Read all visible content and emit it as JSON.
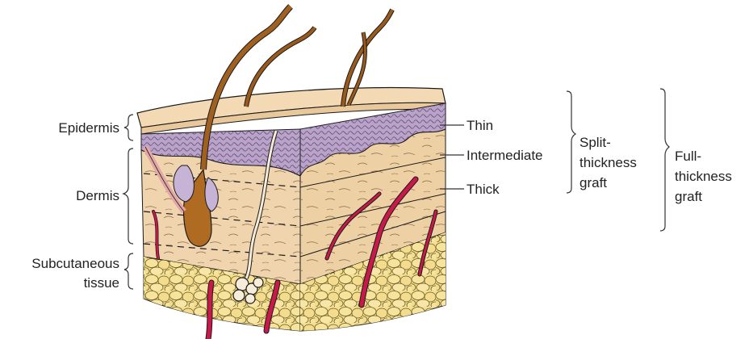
{
  "labels": {
    "epidermis": "Epidermis",
    "dermis": "Dermis",
    "subcutaneous_line1": "Subcutaneous",
    "subcutaneous_line2": "tissue",
    "thin": "Thin",
    "intermediate": "Intermediate",
    "thick": "Thick",
    "split_line1": "Split-",
    "split_line2": "thickness",
    "split_line3": "graft",
    "full_line1": "Full-",
    "full_line2": "thickness",
    "full_line3": "graft"
  },
  "colors": {
    "epidermis_surface": "#f3d9b4",
    "epidermis_layer": "#b9a3c8",
    "dermis": "#f0d4ad",
    "dermis_side": "#eed0a5",
    "fat": "#f3df93",
    "hair": "#9a5a1c",
    "vessel": "#c8194a",
    "outline": "#1a1a1a"
  }
}
